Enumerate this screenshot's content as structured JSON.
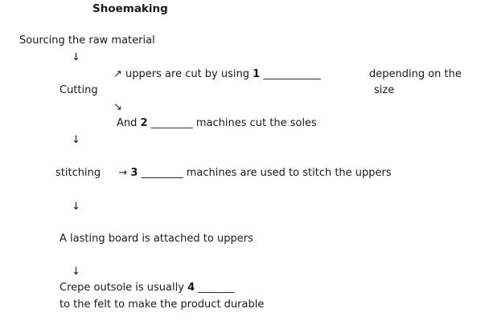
{
  "title": "Shoemaking",
  "steps": {
    "sourcing": "Sourcing the raw material",
    "cutting": {
      "label": "Cutting",
      "upper_branch": {
        "arrow": "↗",
        "prefix": "uppers are cut by using",
        "number": "1",
        "blank": "___________",
        "suffix_line1": "depending on the",
        "suffix_line2": "size"
      },
      "lower_branch": {
        "arrow": "↘",
        "prefix": "And",
        "number": "2",
        "blank": "________",
        "suffix": "machines cut the soles"
      }
    },
    "stitching": {
      "label": "stitching",
      "arrow": "→",
      "number": "3",
      "blank": "________",
      "suffix": "machines are used to stitch the uppers"
    },
    "lasting": "A lasting board is attached to uppers",
    "crepe": {
      "prefix": "Crepe outsole is usually",
      "number": "4",
      "blank": "_______",
      "line2": "to the felt to make the product durable"
    }
  },
  "flow_arrow": "↓"
}
